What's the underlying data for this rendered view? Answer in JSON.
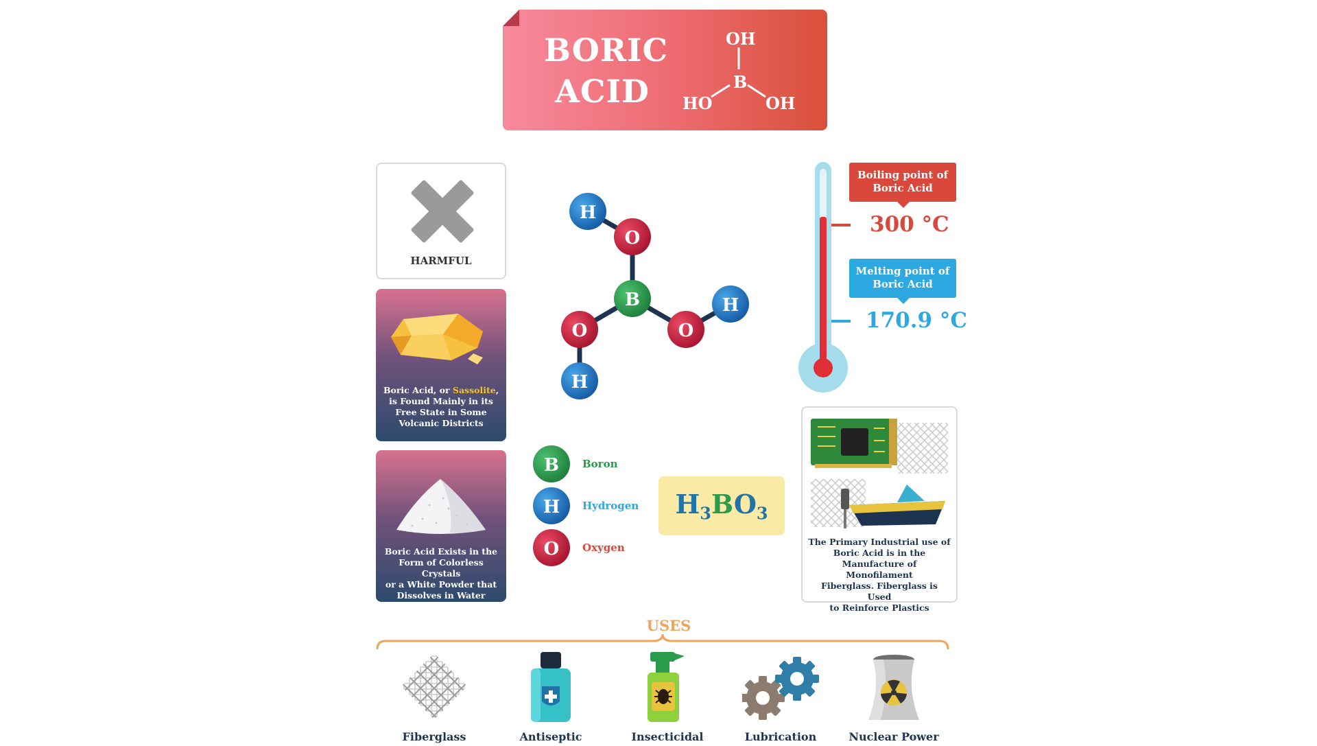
{
  "banner": {
    "title_line1": "BORIC",
    "title_line2": "ACID",
    "structure": {
      "top": "OH",
      "center": "B",
      "left": "HO",
      "right": "OH"
    },
    "gradient_colors": [
      "#f88a9d",
      "#d9503a"
    ]
  },
  "cards": {
    "harmful": {
      "label": "HARMFUL",
      "icon": "x-cross-icon"
    },
    "sassolite": {
      "text_before": "Boric Acid, or ",
      "highlight": "Sassolite",
      "text_after": ",",
      "lines": [
        "is Found Mainly in its",
        "Free State in Some",
        "Volcanic Districts"
      ]
    },
    "powder": {
      "lines": [
        "Boric Acid Exists in the",
        "Form of Colorless Crystals",
        "or a White Powder that",
        "Dissolves in Water"
      ]
    },
    "industrial": {
      "lines": [
        "The Primary Industrial use of",
        "Boric Acid is in the",
        "Manufacture of Monofilament",
        "Fiberglass. Fiberglass is Used",
        "to Reinforce Plastics"
      ]
    }
  },
  "molecule": {
    "atoms": {
      "B": "B",
      "O": "O",
      "H": "H"
    },
    "colors": {
      "B": "#2a9a4c",
      "H": "#1f73c6",
      "O": "#c8223f"
    }
  },
  "legend": [
    {
      "symbol": "B",
      "name": "Boron",
      "color": "#2a9a4c"
    },
    {
      "symbol": "H",
      "name": "Hydrogen",
      "color": "#2ea8e0"
    },
    {
      "symbol": "O",
      "name": "Oxygen",
      "color": "#d9483b"
    }
  ],
  "formula": {
    "p1": "H",
    "s1": "3",
    "p2": "B",
    "p3": "O",
    "s2": "3"
  },
  "thermometer": {
    "boiling": {
      "line1": "Boiling point of",
      "line2": "Boric Acid",
      "value": "300 °C",
      "color": "#d9483b"
    },
    "melting": {
      "line1": "Melting point of",
      "line2": "Boric Acid",
      "value": "170.9 °C",
      "color": "#2ea8e0"
    }
  },
  "uses": {
    "title": "USES",
    "items": [
      {
        "label": "Fiberglass",
        "icon": "fiberglass-mesh-icon"
      },
      {
        "label": "Antiseptic",
        "icon": "antiseptic-bottle-icon"
      },
      {
        "label": "Insecticidal",
        "icon": "insecticide-spray-icon"
      },
      {
        "label": "Lubrication",
        "icon": "gears-icon"
      },
      {
        "label": "Nuclear Power",
        "icon": "cooling-tower-icon"
      }
    ]
  }
}
